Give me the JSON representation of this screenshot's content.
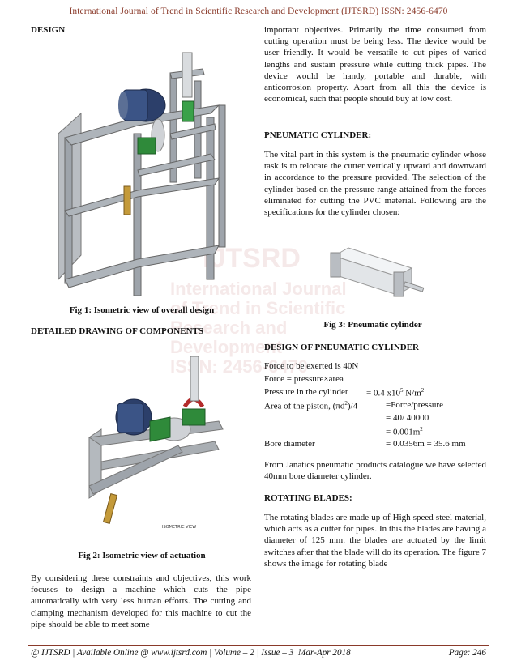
{
  "header": "International Journal of Trend in Scientific Research and Development (IJTSRD) ISSN: 2456-6470",
  "left": {
    "design_heading": "DESIGN",
    "fig1_caption": "Fig 1: Isometric view of overall design",
    "detailed_heading": "DETAILED DRAWING OF COMPONENTS",
    "fig2_label": "ISOMETRIC VIEW",
    "fig2_caption": "Fig 2: Isometric view of actuation",
    "para": "By considering these constraints and objectives, this work focuses to design a machine which cuts the pipe automatically with very less human efforts. The cutting and clamping mechanism developed for this machine to cut the pipe should be able to meet some"
  },
  "right": {
    "intro": "important objectives. Primarily the time consumed from cutting operation must be being less. The device would be user friendly. It would be versatile to cut pipes of varied lengths and sustain pressure while cutting thick pipes. The device would be handy, portable and durable, with anticorrosion property. Apart from all this the device is economical, such that people should buy at low cost.",
    "pneumatic_heading": "PNEUMATIC CYLINDER:",
    "pneumatic_para": "The vital part in this system is the pneumatic cylinder whose task is to relocate the cutter vertically upward and downward in accordance to the pressure provided. The selection of the cylinder based on the pressure range attained from the forces eliminated for cutting the PVC material. Following are the specifications for the cylinder chosen:",
    "fig3_caption": "Fig 3: Pneumatic cylinder",
    "design_cyl_heading": "DESIGN OF PNEUMATIC CYLINDER",
    "eq_force": "Force to be exerted is 40N",
    "eq_force2": "Force   = pressure×area",
    "eq_pressure_label": "Pressure in the cylinder",
    "eq_pressure_value": "=    0.4 x10",
    "eq_pressure_exp": "5",
    "eq_pressure_unit": " N/m",
    "eq_pressure_unit_exp": "2",
    "eq_area_label": "Area of the piston, (πd",
    "eq_area_exp": "2",
    "eq_area_label2": ")/4",
    "eq_area_value": "=Force/pressure",
    "eq_area_value2": "= 40/ 40000",
    "eq_area_value3": "= 0.001m",
    "eq_area_value3_exp": "2",
    "eq_bore_label": "Bore diameter",
    "eq_bore_value": "= 0.0356m = 35.6 mm",
    "janatics_para": "From Janatics pneumatic products catalogue we have selected 40mm bore diameter cylinder.",
    "rotating_heading": "ROTATING BLADES:",
    "rotating_para": "The rotating blades are made up of High speed steel material, which acts as a cutter for pipes. In this the blades are having a diameter of 125 mm. the blades are actuated by the limit switches after that the blade will do its operation. The figure 7 shows the image for rotating blade"
  },
  "footer": {
    "left": "@ IJTSRD  |  Available Online @ www.ijtsrd.com  |  Volume – 2  |  Issue – 3  |Mar-Apr 2018",
    "right": "Page: 246"
  },
  "watermark": {
    "line1": "IJTSRD",
    "line2": "International Journal",
    "line3": "of Trend in Scientific",
    "line4": "Research and",
    "line5": "Development",
    "issn": "ISSN: 2456-6470"
  }
}
